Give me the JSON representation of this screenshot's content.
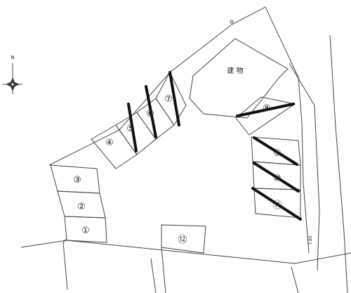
{
  "map": {
    "building_label": "建 物",
    "compass_letter": "N",
    "road_width_label": "7.85",
    "colors": {
      "line": "#444444",
      "strike": "#111111",
      "background": "#ffffff"
    },
    "spaces": [
      {
        "id": "1",
        "label": "①",
        "occupied": false
      },
      {
        "id": "2",
        "label": "②",
        "occupied": false
      },
      {
        "id": "3",
        "label": "③",
        "occupied": false
      },
      {
        "id": "4",
        "label": "④",
        "occupied": false
      },
      {
        "id": "5",
        "label": "⑤",
        "occupied": true
      },
      {
        "id": "6",
        "label": "⑥",
        "occupied": true
      },
      {
        "id": "7",
        "label": "⑦",
        "occupied": true
      },
      {
        "id": "8",
        "label": "⑧",
        "occupied": true
      },
      {
        "id": "9",
        "label": "⑨",
        "occupied": true
      },
      {
        "id": "10",
        "label": "⑩",
        "occupied": true
      },
      {
        "id": "11",
        "label": "⑪",
        "occupied": true
      },
      {
        "id": "12",
        "label": "⑫",
        "occupied": false
      }
    ]
  }
}
